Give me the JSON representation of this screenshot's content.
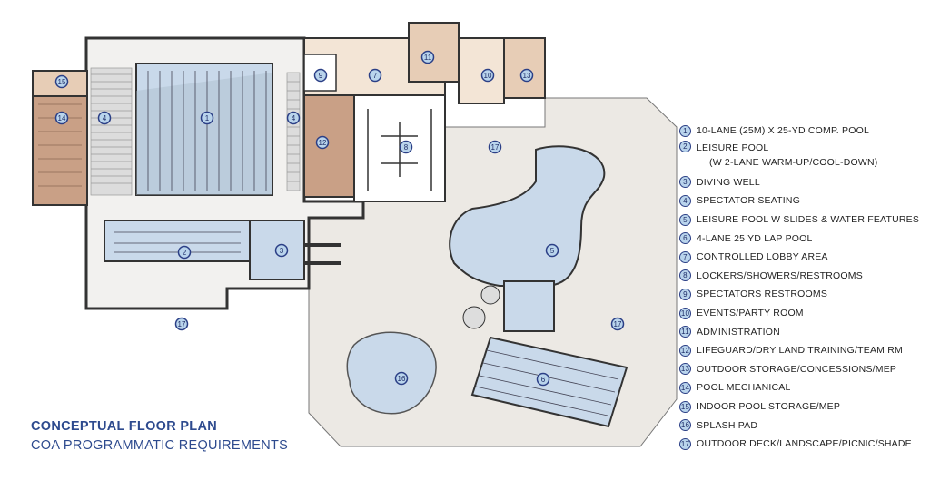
{
  "title": {
    "main": "CONCEPTUAL FLOOR PLAN",
    "sub": "COA PROGRAMMATIC REQUIREMENTS"
  },
  "legend": [
    {
      "num": "1",
      "label": "10-LANE (25M) X 25-YD COMP. POOL"
    },
    {
      "num": "2",
      "label": "LEISURE POOL",
      "sub": "(W 2-LANE WARM-UP/COOL-DOWN)"
    },
    {
      "num": "3",
      "label": "DIVING WELL"
    },
    {
      "num": "4",
      "label": "SPECTATOR SEATING"
    },
    {
      "num": "5",
      "label": "LEISURE POOL W SLIDES & WATER FEATURES"
    },
    {
      "num": "6",
      "label": "4-LANE 25 YD LAP POOL"
    },
    {
      "num": "7",
      "label": "CONTROLLED LOBBY AREA"
    },
    {
      "num": "8",
      "label": "LOCKERS/SHOWERS/RESTROOMS"
    },
    {
      "num": "9",
      "label": "SPECTATORS RESTROOMS"
    },
    {
      "num": "10",
      "label": "EVENTS/PARTY ROOM"
    },
    {
      "num": "11",
      "label": "ADMINISTRATION"
    },
    {
      "num": "12",
      "label": "LIFEGUARD/DRY LAND TRAINING/TEAM RM"
    },
    {
      "num": "13",
      "label": "OUTDOOR STORAGE/CONCESSIONS/MEP"
    },
    {
      "num": "14",
      "label": "POOL MECHANICAL"
    },
    {
      "num": "15",
      "label": "INDOOR POOL STORAGE/MEP"
    },
    {
      "num": "16",
      "label": "SPLASH PAD"
    },
    {
      "num": "17",
      "label": "OUTDOOR DECK/LANDSCAPE/PICNIC/SHADE"
    }
  ],
  "plan_markers": [
    "15",
    "14",
    "4",
    "1",
    "4",
    "9",
    "7",
    "11",
    "10",
    "13",
    "12",
    "8",
    "17",
    "2",
    "3",
    "5",
    "17",
    "17",
    "16",
    "6"
  ],
  "colors": {
    "accent": "#2d4a8e",
    "water": "#c9d9ea",
    "deck": "#ece9e4",
    "rooms": "#e7cdb6",
    "room_dark": "#c79c82"
  }
}
